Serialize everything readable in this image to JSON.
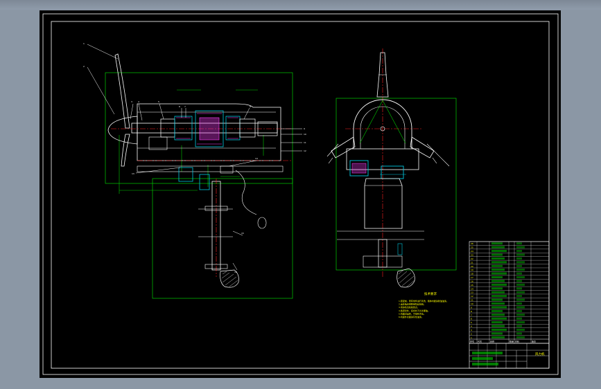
{
  "drawing": {
    "technical_notes_title": "技术要求",
    "technical_notes": [
      "1.装配前，所有零件进行清洗，箱体内壁涂耐油油漆。",
      "2.齿轮啮合侧隙用铅丝检验。",
      "3.用涂色法检验斑点。",
      "4.各密封处、接合处不允许漏油。",
      "5.机器试运转，不得有冲击。",
      "6.机座外表面涂灰色油漆。"
    ],
    "title_block_name": "风力机",
    "bom_header": [
      "序号",
      "代号",
      "名称",
      "数量",
      "材料",
      "备注"
    ],
    "part_numbers": [
      "1",
      "2",
      "3",
      "4",
      "5",
      "6",
      "7",
      "8",
      "9",
      "10",
      "11",
      "12",
      "13",
      "14",
      "15",
      "16",
      "17",
      "18",
      "19",
      "20",
      "21",
      "22",
      "23",
      "24",
      "25",
      "26"
    ]
  },
  "colors": {
    "background": "#000000",
    "frame": "#ffffff",
    "outline": "#ffffff",
    "dimension": "#00cc00",
    "section": "#00c8e0",
    "hatch": "#ff40ff",
    "centerline": "#ff2020",
    "text": "#ffff00",
    "table": "#ffffff"
  }
}
